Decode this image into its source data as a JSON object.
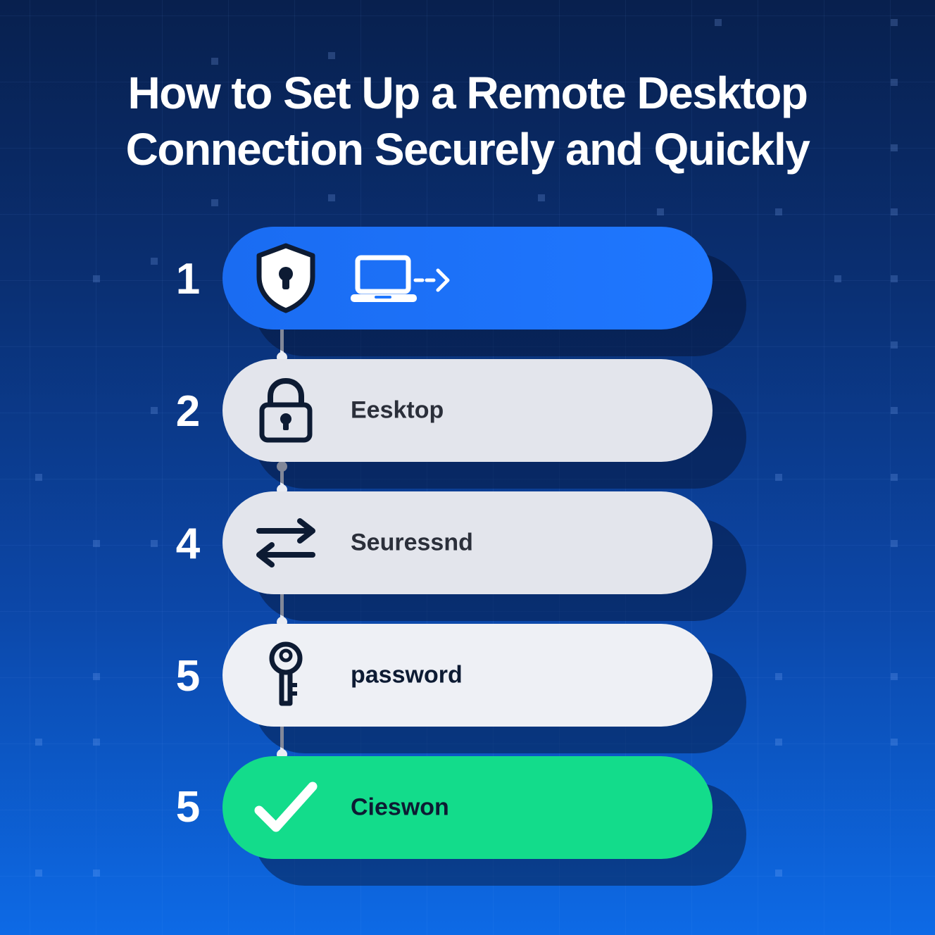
{
  "title": {
    "line1": "How to Set Up a Remote Desktop",
    "line2": "Connection Securely and Quickly"
  },
  "colors": {
    "step1": "#1f77ff",
    "step2": "#e3e5ec",
    "step3": "#e3e5ec",
    "step4": "#eef0f5",
    "step5": "#13dc8b",
    "text_dark": "#2b2f3a",
    "icon_dark": "#0d1b33"
  },
  "steps": [
    {
      "number": "1",
      "icon": "shield-lock-icon",
      "secondary_icon": "laptop-arrow-icon",
      "label": ""
    },
    {
      "number": "2",
      "icon": "padlock-icon",
      "label": "Eesktop"
    },
    {
      "number": "4",
      "icon": "swap-arrows-icon",
      "label": "Seuressnd"
    },
    {
      "number": "5",
      "icon": "key-icon",
      "label": "password"
    },
    {
      "number": "5",
      "icon": "checkmark-icon",
      "label": "Cieswon"
    }
  ]
}
